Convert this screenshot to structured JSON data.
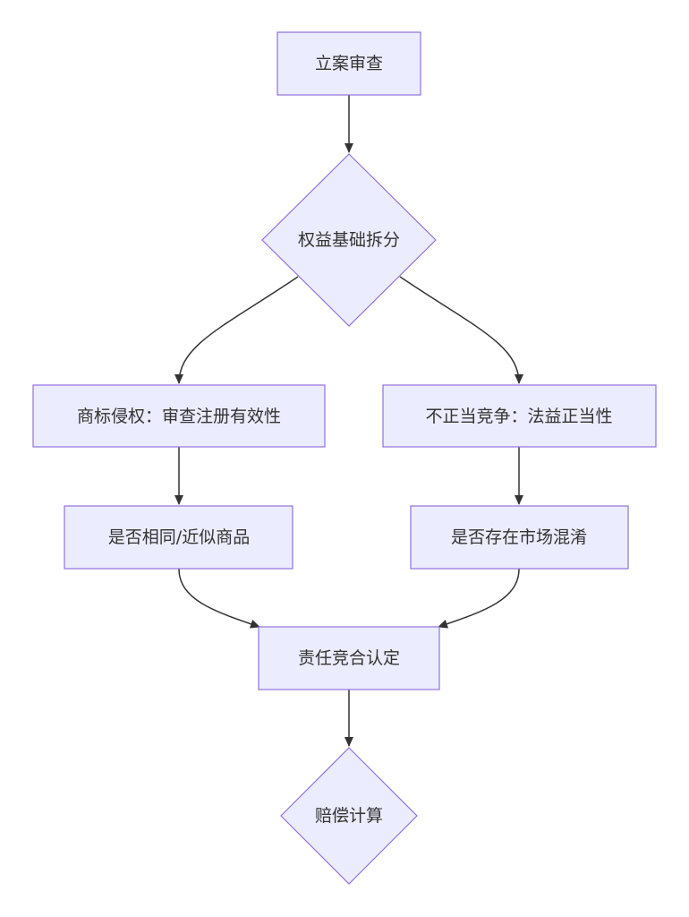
{
  "nodes": {
    "case_review": "立案审查",
    "rights_split": "权益基础拆分",
    "trademark": "商标侵权：审查注册有效性",
    "unfair_comp": "不正当竞争：法益正当性",
    "similar_goods": "是否相同/近似商品",
    "market_confusion": "是否存在市场混淆",
    "liability": "责任竞合认定",
    "compensation": "赔偿计算"
  },
  "colors": {
    "node_fill": "#ececff",
    "node_stroke": "#9370db",
    "edge": "#333333",
    "text": "#333333"
  }
}
